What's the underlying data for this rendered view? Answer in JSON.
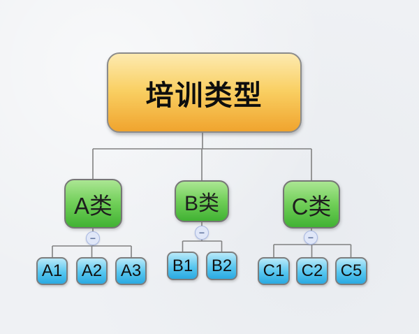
{
  "diagram": {
    "root": {
      "label": "培训类型"
    },
    "groups": [
      {
        "label": "A类",
        "children": [
          {
            "label": "A1"
          },
          {
            "label": "A2"
          },
          {
            "label": "A3"
          }
        ]
      },
      {
        "label": "B类",
        "children": [
          {
            "label": "B1"
          },
          {
            "label": "B2"
          }
        ]
      },
      {
        "label": "C类",
        "children": [
          {
            "label": "C1"
          },
          {
            "label": "C2"
          },
          {
            "label": "C5"
          }
        ]
      }
    ]
  },
  "icons": {
    "collapse_glyph": "−"
  },
  "colors": {
    "background": "#eff1f4",
    "connector_line": "#808080",
    "root_fill_top": "#fdeab0",
    "root_fill_bottom": "#f0a42e",
    "category_fill_top": "#abe693",
    "category_fill_bottom": "#41b233",
    "item_fill_top": "#b9e9f9",
    "item_fill_bottom": "#2aa9e1",
    "collapse_fill": "#e0e7f8",
    "collapse_border": "#a9b9e2"
  }
}
